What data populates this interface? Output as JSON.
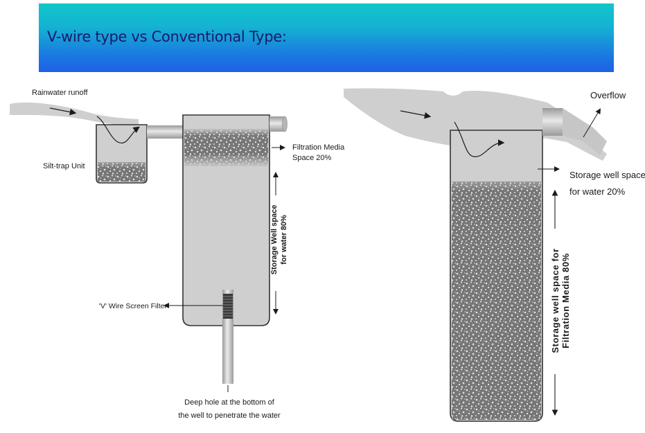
{
  "slide": {
    "title": "V-wire type  vs  Conventional Type:"
  },
  "left_diagram": {
    "rainwater_runoff": "Rainwater runoff",
    "silt_trap_unit": "Silt-trap Unit",
    "filtration_media_line1": "Filtration Media",
    "filtration_media_line2": "Space 20%",
    "storage_line1": "Storage Well space",
    "storage_line2": "for water  80%",
    "v_wire_screen_filter": "'V' Wire Screen Filter",
    "deep_hole_line1": "Deep hole at the bottom of",
    "deep_hole_line2": "the well to  penetrate the water"
  },
  "right_diagram": {
    "overflow": "Overflow",
    "storage_water_line1": "Storage well space",
    "storage_water_line2": "for water  20%",
    "storage_media_line1": "Storage well space for",
    "storage_media_line2": "Filtration Media 80%"
  },
  "colors": {
    "banner_top": "#11c7c9",
    "banner_bottom": "#1f5fe8",
    "title_text": "#1a1a6a",
    "diagram_fill": "#cfcfcf",
    "media_dark": "#6e6e6e"
  }
}
